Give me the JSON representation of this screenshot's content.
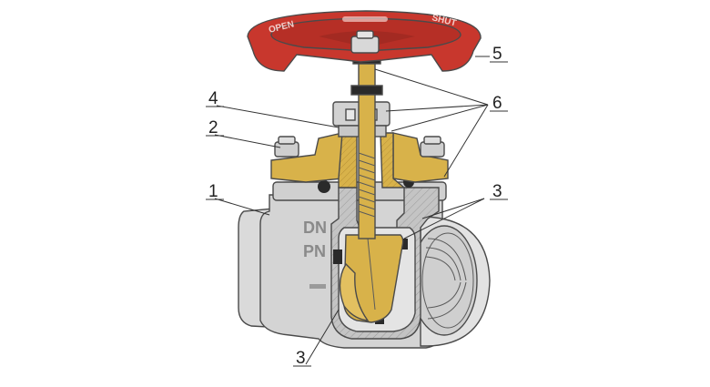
{
  "body_text": {
    "dn": "DN",
    "pn": "PN"
  },
  "handwheel_text": {
    "open": "OPEN",
    "shut": "SHUT"
  },
  "callouts": [
    {
      "key": "body",
      "label": "1"
    },
    {
      "key": "bonnet",
      "label": "2"
    },
    {
      "key": "seat-right",
      "label": "3"
    },
    {
      "key": "seat-bottom",
      "label": "3"
    },
    {
      "key": "gland",
      "label": "4"
    },
    {
      "key": "handwheel",
      "label": "5"
    },
    {
      "key": "seals",
      "label": "6"
    }
  ],
  "colors": {
    "handwheel": "#c8372d",
    "brass": "#d8b24a",
    "brass_dark": "#a8832a",
    "body": "#d7d7d7",
    "body_light": "#ececec",
    "section": "#bcbcbc",
    "bolt": "#cfcfcf",
    "gasket": "#2a2a2a"
  }
}
